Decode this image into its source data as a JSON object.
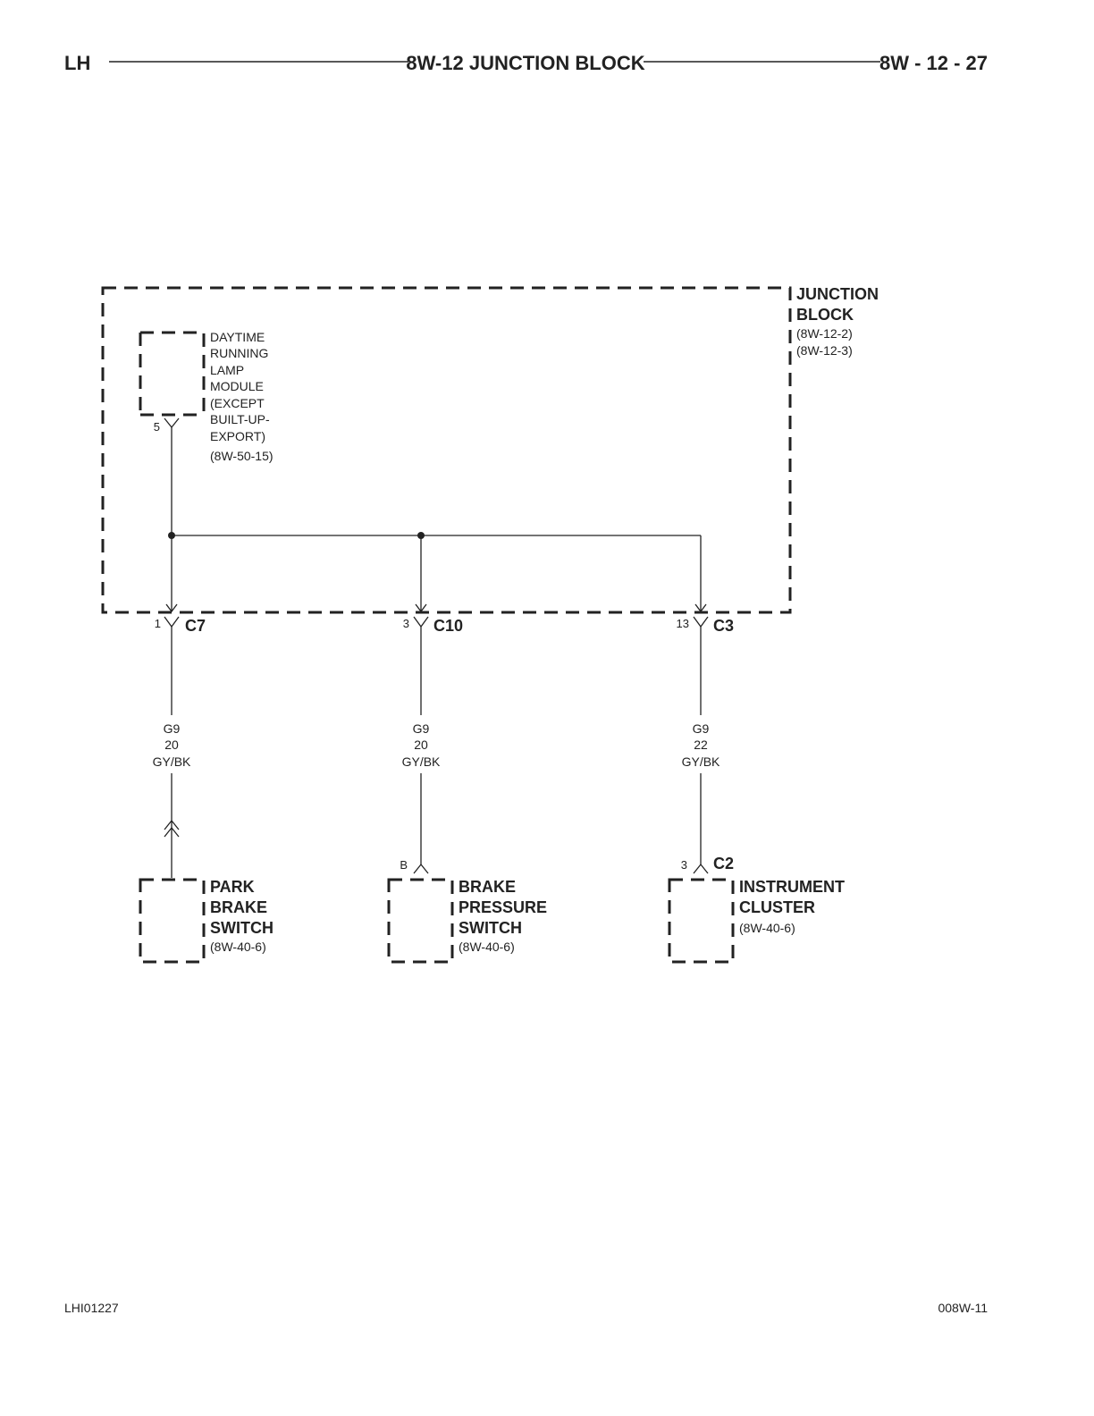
{
  "header": {
    "left": "LH",
    "title": "8W-12 JUNCTION BLOCK",
    "right": "8W - 12 - 27"
  },
  "footer": {
    "left": "LHI01227",
    "right": "008W-11"
  },
  "junction_block": {
    "name_lines": [
      "JUNCTION",
      "BLOCK"
    ],
    "ref_lines": [
      "(8W-12-2)",
      "(8W-12-3)"
    ]
  },
  "drl_module": {
    "name_lines": [
      "DAYTIME",
      "RUNNING",
      "LAMP",
      "MODULE",
      "(EXCEPT",
      "BUILT-UP-",
      "EXPORT)"
    ],
    "ref": "(8W-50-15)",
    "pin": "5"
  },
  "connectors": {
    "c7": {
      "name": "C7",
      "pin": "1"
    },
    "c10": {
      "name": "C10",
      "pin": "3"
    },
    "c3": {
      "name": "C3",
      "pin": "13"
    },
    "c2": {
      "name": "C2",
      "pin": "3"
    }
  },
  "wires": {
    "w1": {
      "circuit": "G9",
      "gauge": "20",
      "color": "GY/BK"
    },
    "w2": {
      "circuit": "G9",
      "gauge": "20",
      "color": "GY/BK"
    },
    "w3": {
      "circuit": "G9",
      "gauge": "22",
      "color": "GY/BK"
    }
  },
  "components": {
    "park_brake_switch": {
      "name_lines": [
        "PARK",
        "BRAKE",
        "SWITCH"
      ],
      "ref": "(8W-40-6)"
    },
    "brake_pressure_switch": {
      "name_lines": [
        "BRAKE",
        "PRESSURE",
        "SWITCH"
      ],
      "ref": "(8W-40-6)",
      "pin": "B"
    },
    "instrument_cluster": {
      "name_lines": [
        "INSTRUMENT",
        "CLUSTER"
      ],
      "ref": "(8W-40-6)"
    }
  }
}
